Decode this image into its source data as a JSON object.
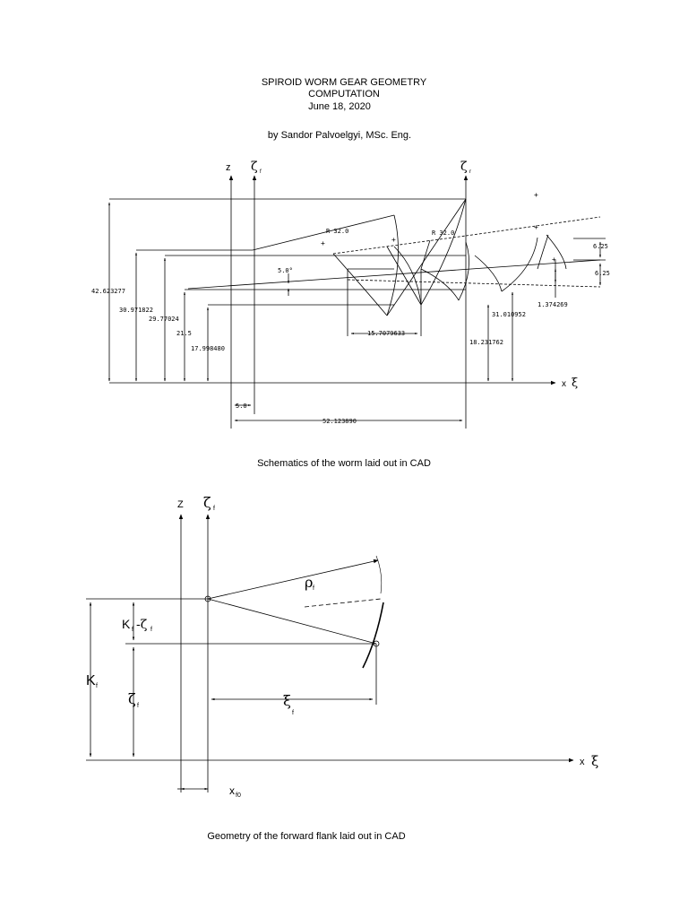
{
  "header": {
    "title_line1": "SPIROID WORM GEAR GEOMETRY",
    "title_line2": "COMPUTATION",
    "date": "June 18, 2020",
    "author": "by Sandor Palvoelgyi, MSc. Eng."
  },
  "figure1": {
    "axis_z": "z",
    "axis_zeta_f": "ζ",
    "axis_zeta_f_sub": "f",
    "axis_zeta_r": "ζ",
    "axis_zeta_r_sub": "r",
    "axis_x": "x",
    "axis_xi": "ξ",
    "radius_left": "R 32.0",
    "radius_right": "R 32.0",
    "angle": "5.0°",
    "dim_42": "42.623277",
    "dim_30": "30.971822",
    "dim_29": "29.77024",
    "dim_21": "21.5",
    "dim_17": "17.998480",
    "dim_15": "15.7079633",
    "dim_31": "31.010952",
    "dim_18": "18.231762",
    "dim_1": "1.374269",
    "dim_625a": "6.25",
    "dim_625b": "6.25",
    "dim_5": "5.0",
    "dim_52": "52.123890",
    "caption": "Schematics of the worm laid out in CAD"
  },
  "figure2": {
    "axis_z": "Z",
    "axis_zeta": "ζ",
    "axis_zeta_sub": "f",
    "axis_x": "x",
    "axis_xi": "ξ",
    "rho": "ρ",
    "rho_sub": "f",
    "k_minus_zeta_k": "K",
    "k_minus_zeta_sub1": "f",
    "k_minus_zeta_op": "-ζ",
    "k_minus_zeta_sub2": "f",
    "k": "K",
    "k_sub": "f",
    "zeta_left": "ζ",
    "zeta_left_sub": "f",
    "xi_mid": "ξ",
    "xi_mid_sub": "f",
    "x_f0": "x",
    "x_f0_sub": "f0",
    "caption": "Geometry of the forward flank laid out in CAD"
  }
}
